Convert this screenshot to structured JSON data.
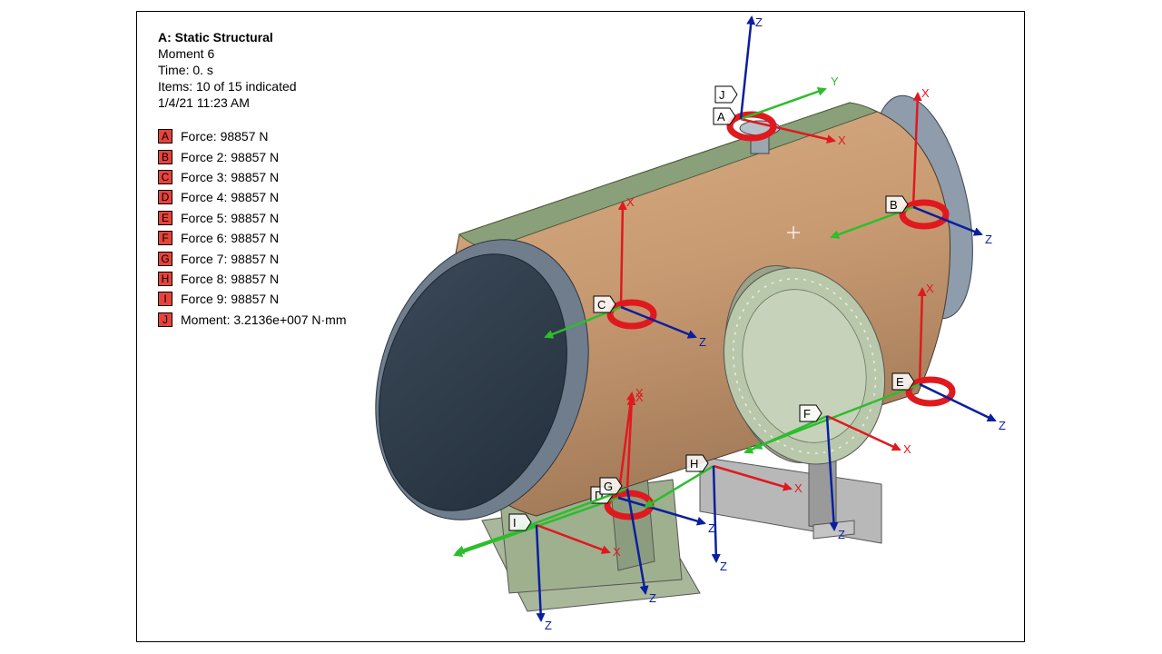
{
  "viewport": {
    "analysis_title": "A: Static Structural",
    "result_name": "Moment 6",
    "time": "Time: 0. s",
    "items": "Items: 10 of 15 indicated",
    "date": "1/4/21 11:23 AM"
  },
  "legend": [
    {
      "key": "A",
      "label": "Force: 98857 N"
    },
    {
      "key": "B",
      "label": "Force 2: 98857 N"
    },
    {
      "key": "C",
      "label": "Force 3: 98857 N"
    },
    {
      "key": "D",
      "label": "Force 4: 98857 N"
    },
    {
      "key": "E",
      "label": "Force 5: 98857 N"
    },
    {
      "key": "F",
      "label": "Force 6: 98857 N"
    },
    {
      "key": "G",
      "label": "Force 7: 98857 N"
    },
    {
      "key": "H",
      "label": "Force 8: 98857 N"
    },
    {
      "key": "I",
      "label": "Force 9: 98857 N"
    },
    {
      "key": "J",
      "label": "Moment: 3.2136e+007 N·mm"
    }
  ],
  "axis_labels": {
    "x": "X",
    "y": "Y",
    "z": "Z"
  },
  "colors": {
    "legend_key": "#e8423a",
    "x_axis": "#e0191f",
    "y_axis": "#2dbd2d",
    "z_axis": "#0a1f9e",
    "shell": "#c89a72",
    "head": "#34414f",
    "saddle": "#a6a6a6"
  }
}
